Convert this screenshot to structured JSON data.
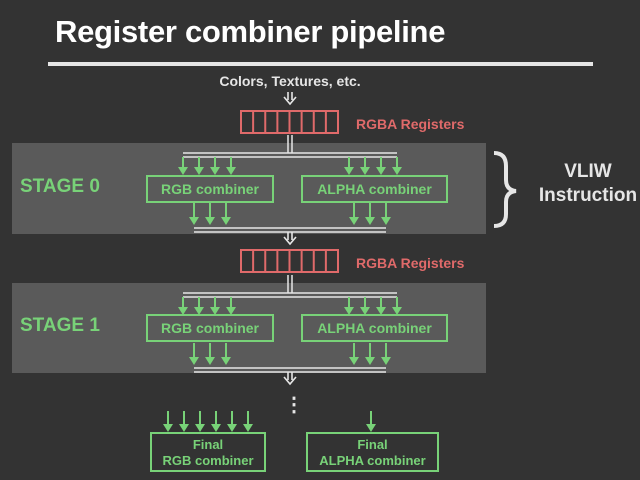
{
  "title": "Register combiner pipeline",
  "input_label": "Colors, Textures, etc.",
  "registers": {
    "label": "RGBA Registers",
    "cell_count": 8,
    "color": "#e06a6a"
  },
  "stages": [
    {
      "label": "STAGE 0",
      "rgb": "RGB combiner",
      "alpha": "ALPHA combiner",
      "rgb_inputs": 4,
      "alpha_inputs": 4,
      "rgb_outputs": 3,
      "alpha_outputs": 3
    },
    {
      "label": "STAGE 1",
      "rgb": "RGB combiner",
      "alpha": "ALPHA combiner",
      "rgb_inputs": 4,
      "alpha_inputs": 4,
      "rgb_outputs": 3,
      "alpha_outputs": 3
    }
  ],
  "vliw": {
    "line1": "VLIW",
    "line2": "Instruction"
  },
  "ellipsis": "⋮",
  "final": {
    "rgb": {
      "line1": "Final",
      "line2": "RGB combiner",
      "inputs": 6
    },
    "alpha": {
      "line1": "Final",
      "line2": "ALPHA combiner",
      "inputs": 1
    }
  },
  "colors": {
    "green": "#78d278",
    "red": "#e06a6a",
    "white": "#e6e6e6",
    "stage_bg": "#5a5a5a",
    "bg": "#333333"
  }
}
